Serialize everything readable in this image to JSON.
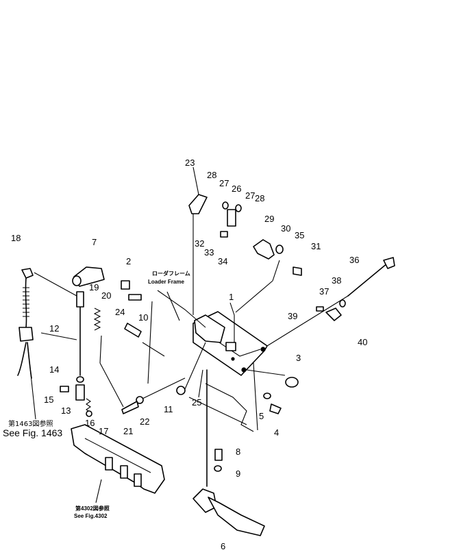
{
  "callouts": [
    {
      "id": "1",
      "label": "1"
    },
    {
      "id": "2",
      "label": "2"
    },
    {
      "id": "3",
      "label": "3"
    },
    {
      "id": "4",
      "label": "4"
    },
    {
      "id": "5",
      "label": "5"
    },
    {
      "id": "6",
      "label": "6"
    },
    {
      "id": "7",
      "label": "7"
    },
    {
      "id": "8",
      "label": "8"
    },
    {
      "id": "9",
      "label": "9"
    },
    {
      "id": "10",
      "label": "10"
    },
    {
      "id": "11",
      "label": "11"
    },
    {
      "id": "12",
      "label": "12"
    },
    {
      "id": "13",
      "label": "13"
    },
    {
      "id": "14",
      "label": "14"
    },
    {
      "id": "15",
      "label": "15"
    },
    {
      "id": "16",
      "label": "16"
    },
    {
      "id": "17",
      "label": "17"
    },
    {
      "id": "18",
      "label": "18"
    },
    {
      "id": "19",
      "label": "19"
    },
    {
      "id": "20",
      "label": "20"
    },
    {
      "id": "21",
      "label": "21"
    },
    {
      "id": "22",
      "label": "22"
    },
    {
      "id": "23",
      "label": "23"
    },
    {
      "id": "24",
      "label": "24"
    },
    {
      "id": "25",
      "label": "25"
    },
    {
      "id": "26",
      "label": "26"
    },
    {
      "id": "27a",
      "label": "27"
    },
    {
      "id": "27b",
      "label": "27"
    },
    {
      "id": "28a",
      "label": "28"
    },
    {
      "id": "28b",
      "label": "28"
    },
    {
      "id": "29",
      "label": "29"
    },
    {
      "id": "30",
      "label": "30"
    },
    {
      "id": "31",
      "label": "31"
    },
    {
      "id": "32",
      "label": "32"
    },
    {
      "id": "33",
      "label": "33"
    },
    {
      "id": "34",
      "label": "34"
    },
    {
      "id": "35",
      "label": "35"
    },
    {
      "id": "36",
      "label": "36"
    },
    {
      "id": "37",
      "label": "37"
    },
    {
      "id": "38",
      "label": "38"
    },
    {
      "id": "39",
      "label": "39"
    },
    {
      "id": "40",
      "label": "40"
    }
  ],
  "references": {
    "fig1463_jp": "第1463図参照",
    "fig1463_en": "See Fig. 1463",
    "fig4302_jp": "第4302図参照",
    "fig4302_en": "See Fig.4302",
    "loader_frame_jp": "ローダフレーム",
    "loader_frame_en": "Loader Frame"
  }
}
